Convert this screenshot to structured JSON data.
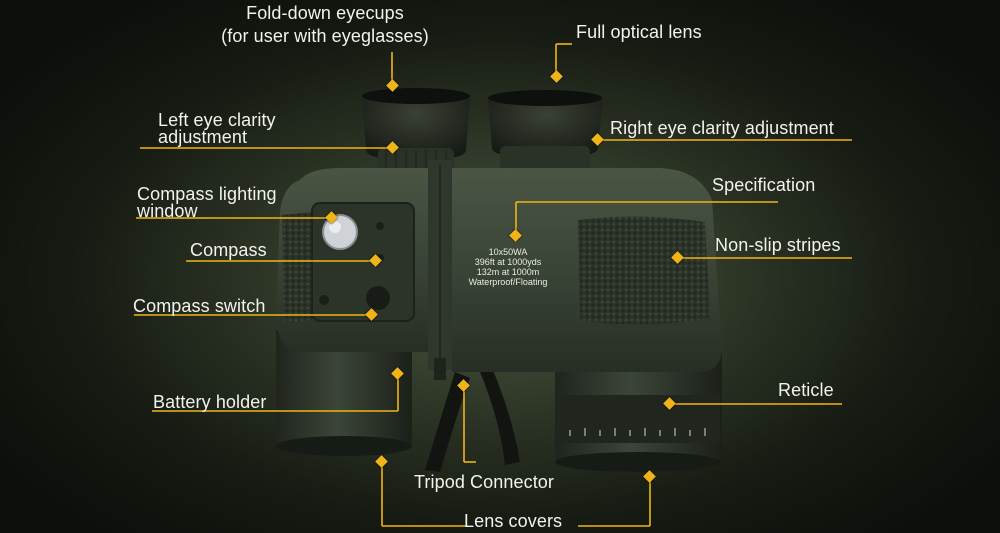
{
  "labels": {
    "eyecups_line1": "Fold-down eyecups",
    "eyecups_line2": "(for user with eyeglasses)",
    "optical_lens": "Full optical lens",
    "left_eye_line1": "Left eye clarity",
    "left_eye_line2": "adjustment",
    "right_eye": "Right eye clarity adjustment",
    "compass_light_line1": "Compass lighting",
    "compass_light_line2": "window",
    "specification": "Specification",
    "compass": "Compass",
    "non_slip": "Non-slip stripes",
    "compass_switch": "Compass switch",
    "battery_holder": "Battery holder",
    "reticle": "Reticle",
    "tripod": "Tripod Connector",
    "lens_covers": "Lens covers"
  },
  "spec_text": {
    "line1": "10x50WA",
    "line2": "396ft at 1000yds",
    "line3": "132m at 1000m",
    "line4": "Waterproof/Floating"
  },
  "colors": {
    "leader": "#f0b418",
    "label_text": "#f2f2ee",
    "body": "#3b4536"
  }
}
